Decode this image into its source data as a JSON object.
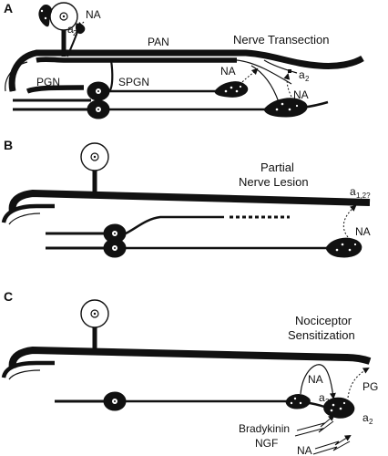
{
  "panels": [
    {
      "letter": "A",
      "title": "Nerve Transection",
      "labels": {
        "na_top": "NA",
        "a2_top": "a",
        "a2_top_sub": "2",
        "pan": "PAN",
        "pgn": "PGN",
        "spgn": "SPGN",
        "na_mid": "NA",
        "na_low": "NA",
        "a2_right": "a",
        "a2_right_sub": "2"
      }
    },
    {
      "letter": "B",
      "title_line1": "Partial",
      "title_line2": "Nerve Lesion",
      "labels": {
        "a12": "a",
        "a12_sub": "1,2?",
        "na": "NA"
      }
    },
    {
      "letter": "C",
      "title_line1": "Nociceptor",
      "title_line2": "Sensitization",
      "labels": {
        "na_loop": "NA",
        "a2_left": "a",
        "a2_left_sub": "2",
        "pg": "PG",
        "a2_right": "a",
        "a2_right_sub": "2",
        "bradykinin": "Bradykinin",
        "ngf": "NGF",
        "na_bottom": "NA"
      }
    }
  ]
}
